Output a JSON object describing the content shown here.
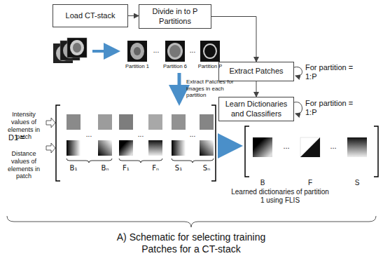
{
  "diagram": {
    "caption": "A) Schematic for selecting training Patches for a CT-stack",
    "nodes": [
      {
        "text": [
          "Load CT-stack"
        ]
      },
      {
        "text": [
          "Divide in to P Partitions"
        ]
      },
      {
        "text": [
          "Extract Patches"
        ]
      },
      {
        "text": [
          "Learn Dictionaries and Classifiers"
        ]
      }
    ],
    "edges": [
      {
        "from": 0,
        "to": 1,
        "arrow": "to"
      },
      {
        "from": 1,
        "to": 2,
        "arrow": "to"
      },
      {
        "from": 2,
        "to": 3,
        "arrow": "to"
      }
    ],
    "labels": [
      "Partition 1",
      "...",
      "Partition 6",
      "...",
      "Partition P",
      "Extract Patches for images in each partition",
      "For partition = 1:P",
      "For partition = 1:P",
      "Intensity values of elements in patch",
      "Distance values of elements in patch",
      "D1 =",
      "B₁",
      "...",
      "Bₙ",
      "F₁",
      "...",
      "Fₙ",
      "S₁",
      "...",
      "Sₙ",
      "...",
      "...",
      "B",
      "F",
      "S",
      "Learned dictionaries of partition 1 using FLIS"
    ]
  }
}
